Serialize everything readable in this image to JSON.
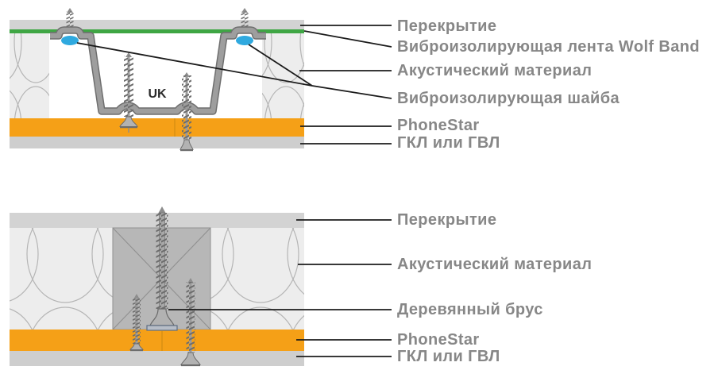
{
  "colors": {
    "slab_gray": "#d3d3d3",
    "gkl_gray": "#cecece",
    "phonestar_orange": "#F5A017",
    "wolf_band_green": "#3FA644",
    "washer_blue": "#2FA9DF",
    "acoustic_bg": "#ededed",
    "acoustic_hatch_line": "#b5b5b5",
    "profile_gray": "#9e9e9e",
    "beam_gray": "#b7b7b7",
    "label_text_gray": "#878787",
    "callout_line": "#1b1b1b"
  },
  "top_diagram": {
    "profile_label": "UK",
    "labels": [
      "Перекрытие",
      "Виброизолирующая лента Wolf Band",
      "Акустический материал",
      "Виброизолирующая шайба",
      "PhoneStar",
      "ГКЛ или ГВЛ"
    ]
  },
  "bottom_diagram": {
    "labels": [
      "Перекрытие",
      "Акустический материал",
      "Деревянный брус",
      "PhoneStar",
      "ГКЛ или ГВЛ"
    ]
  }
}
